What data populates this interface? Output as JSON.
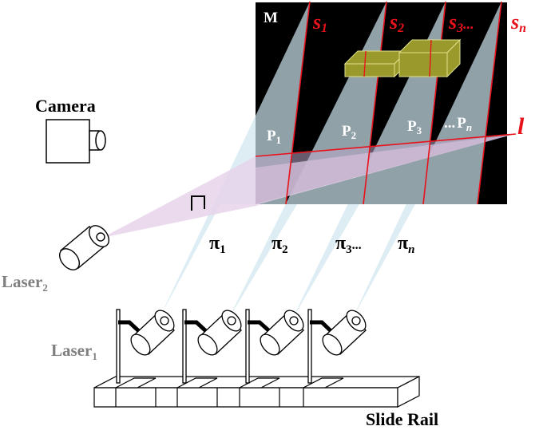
{
  "labels": {
    "camera": "Camera",
    "laser2_base": "Laser",
    "laser2_sub": "2",
    "laser1_base": "Laser",
    "laser1_sub": "1",
    "slide_rail": "Slide Rail",
    "screen_M": "M",
    "s1_base": "s",
    "s1_sub": "1",
    "s2_base": "s",
    "s2_sub": "2",
    "s3_base": "s",
    "s3_sub": "3",
    "s3_dots": "...",
    "sn_base": "s",
    "sn_sub": "n",
    "line_l": "l",
    "P1_base": "P",
    "P1_sub": "1",
    "P2_base": "P",
    "P2_sub": "2",
    "P3_base": "P",
    "P3_sub": "3",
    "Pn_dots": "...",
    "Pn_base": "P",
    "Pn_sub": "n",
    "pi1_base": "π",
    "pi1_sub": "1",
    "pi2_base": "π",
    "pi2_sub": "2",
    "pi3_base": "π",
    "pi3_sub": "3",
    "pi3_dots": "...",
    "pin_base": "π",
    "pin_sub": "n"
  },
  "colors": {
    "screen": "#000000",
    "laser_plane": "#cfe6ef",
    "laser2_plane": "#e8d3ea",
    "red_line": "#e8121b",
    "object": "#9a9a2c",
    "gray_label": "#7f7f7f"
  }
}
